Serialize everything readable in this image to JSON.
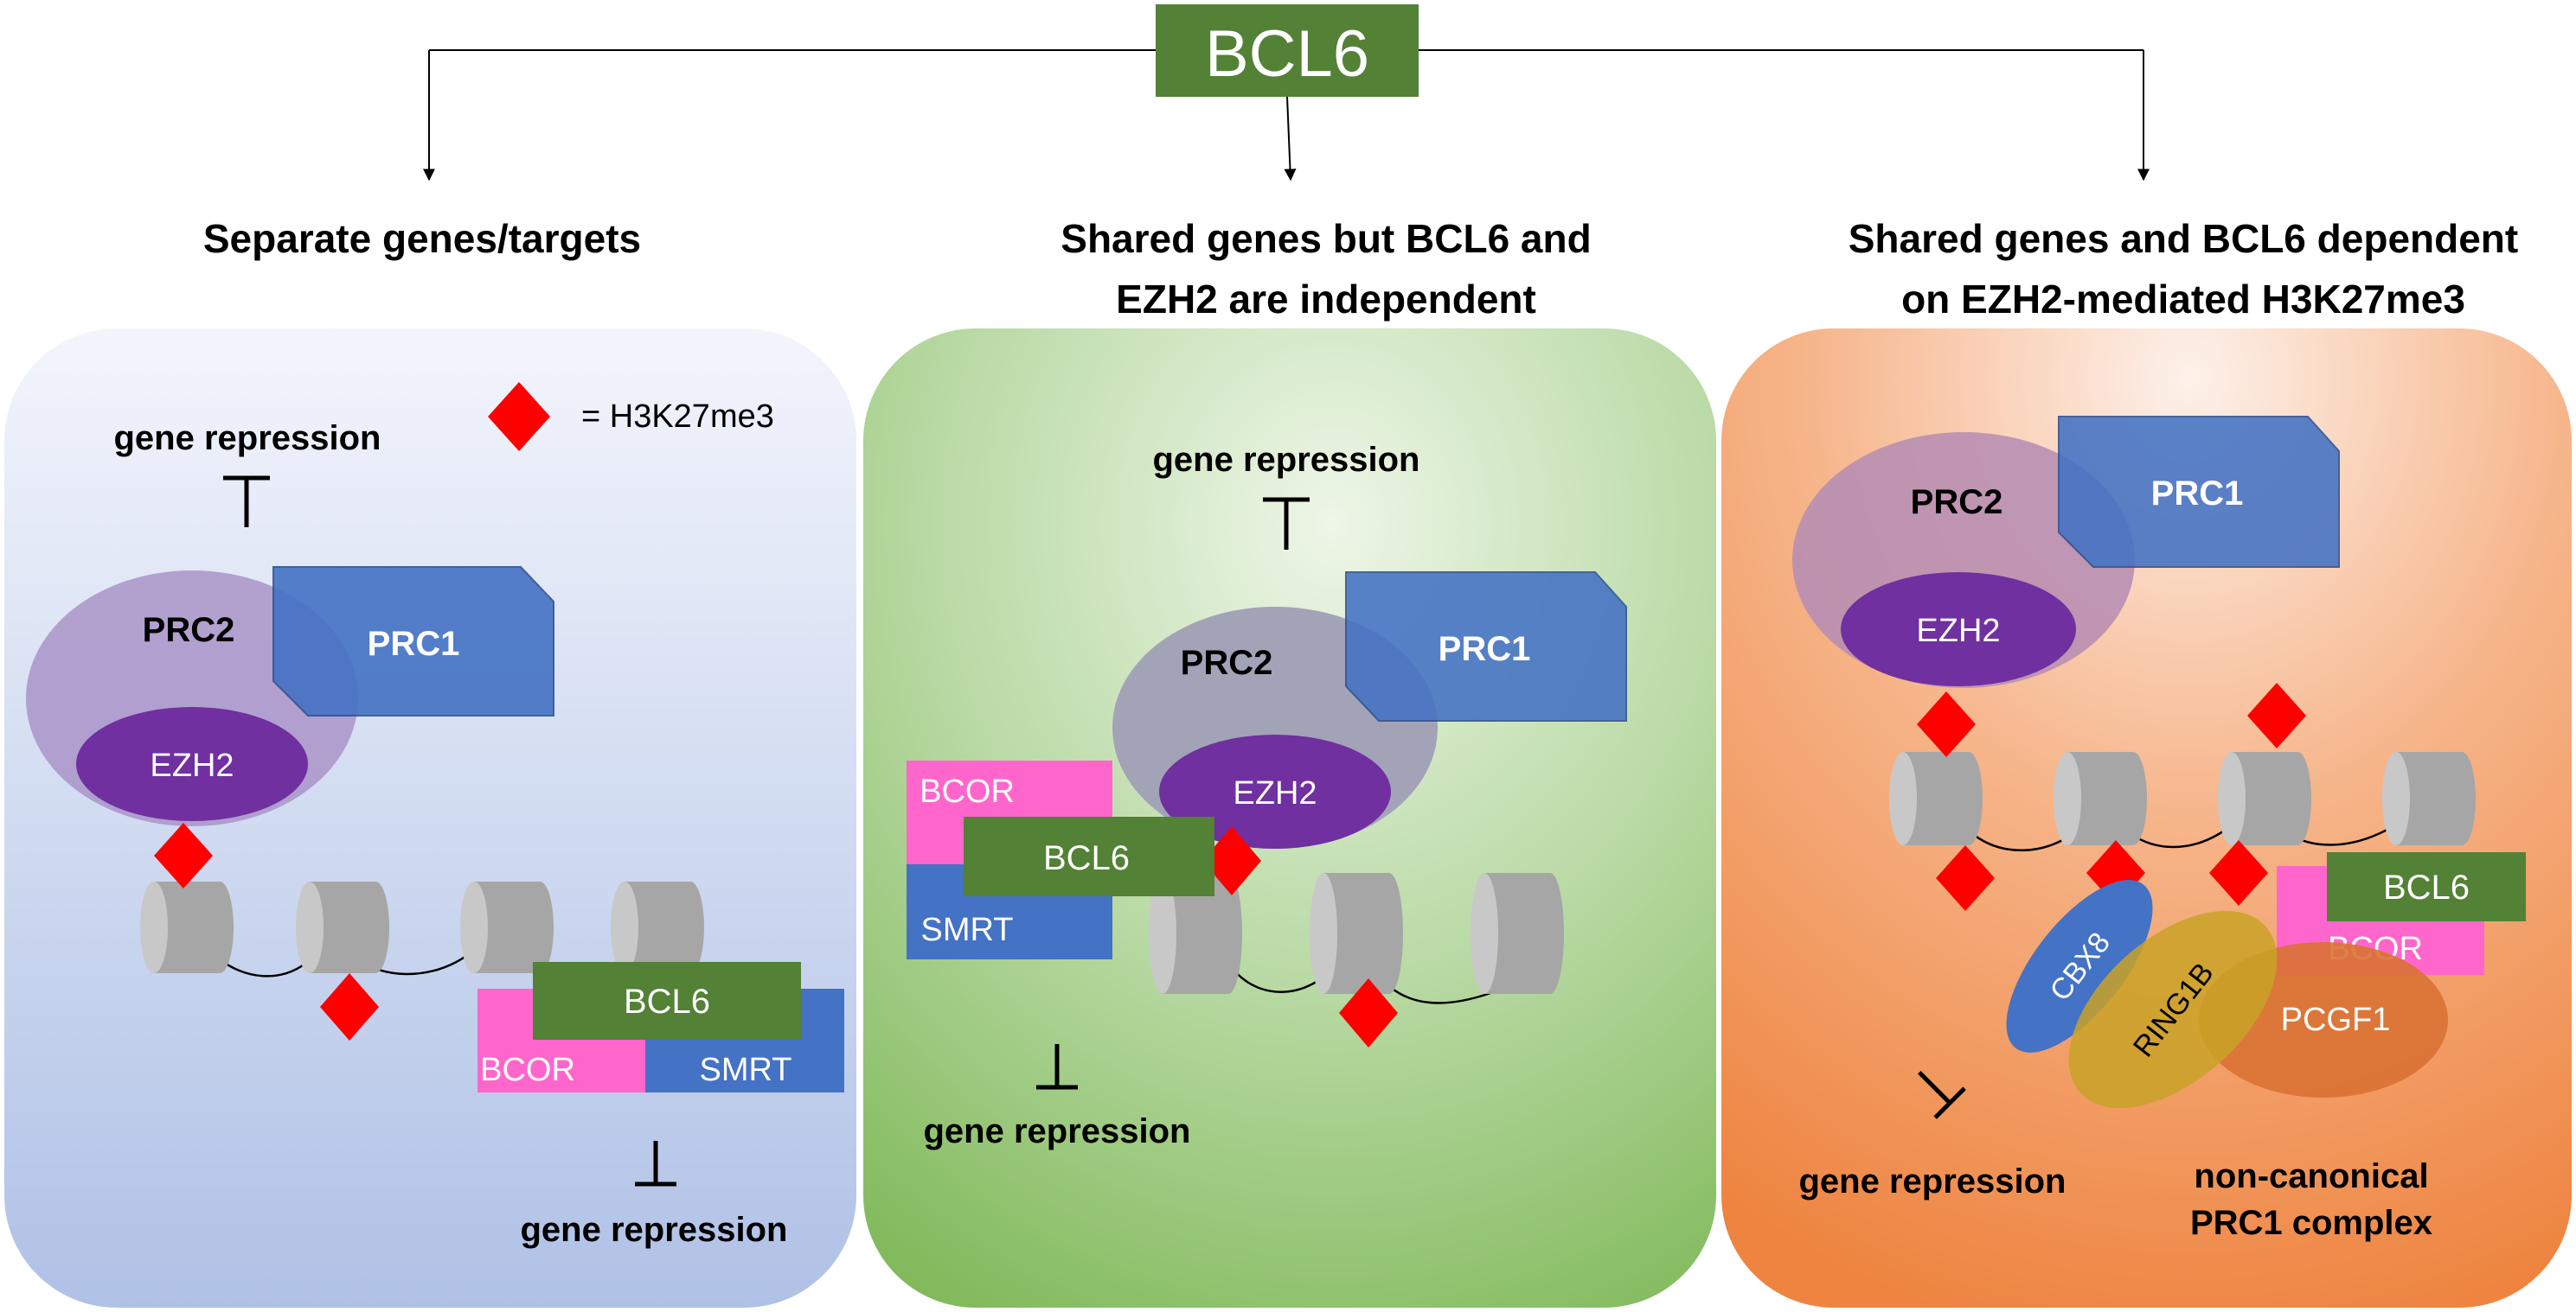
{
  "title": "BCL6",
  "legend": {
    "symbol_label": "= H3K27me3"
  },
  "colors": {
    "bcl6": "#538135",
    "bcor": "#FF66CC",
    "smrt": "#4472C4",
    "prc1": "#4472C4",
    "prc2": "#A68FC6",
    "ezh2": "#7030A0",
    "h3k27me3": "#FF0000",
    "nucleosome": "#A6A6A6",
    "cbx8": "#4472C4",
    "ring1b": "#C9A227",
    "pcgf1": "#D97234"
  },
  "panels": [
    {
      "heading": [
        "Separate genes/targets"
      ],
      "labels": {
        "repression_top": "gene repression",
        "prc2": "PRC2",
        "prc1": "PRC1",
        "ezh2": "EZH2",
        "bcl6": "BCL6",
        "bcor": "BCOR",
        "smrt": "SMRT",
        "repression_bottom": "gene  repression"
      }
    },
    {
      "heading": [
        "Shared genes but BCL6 and",
        "EZH2 are independent"
      ],
      "labels": {
        "repression_top": "gene repression",
        "prc2": "PRC2",
        "prc1": "PRC1",
        "ezh2": "EZH2",
        "bcor": "BCOR",
        "bcl6": "BCL6",
        "smrt": "SMRT",
        "repression_bottom": "gene repression"
      }
    },
    {
      "heading": [
        "Shared genes and BCL6 dependent",
        "on EZH2-mediated H3K27me3"
      ],
      "labels": {
        "prc2": "PRC2",
        "prc1": "PRC1",
        "ezh2": "EZH2",
        "bcl6": "BCL6",
        "bcor": "BCOR",
        "cbx8": "CBX8",
        "ring1b": "RING1B",
        "pcgf1": "PCGF1",
        "repression": "gene repression",
        "complex_line1": "non-canonical",
        "complex_line2": "PRC1 complex"
      }
    }
  ]
}
